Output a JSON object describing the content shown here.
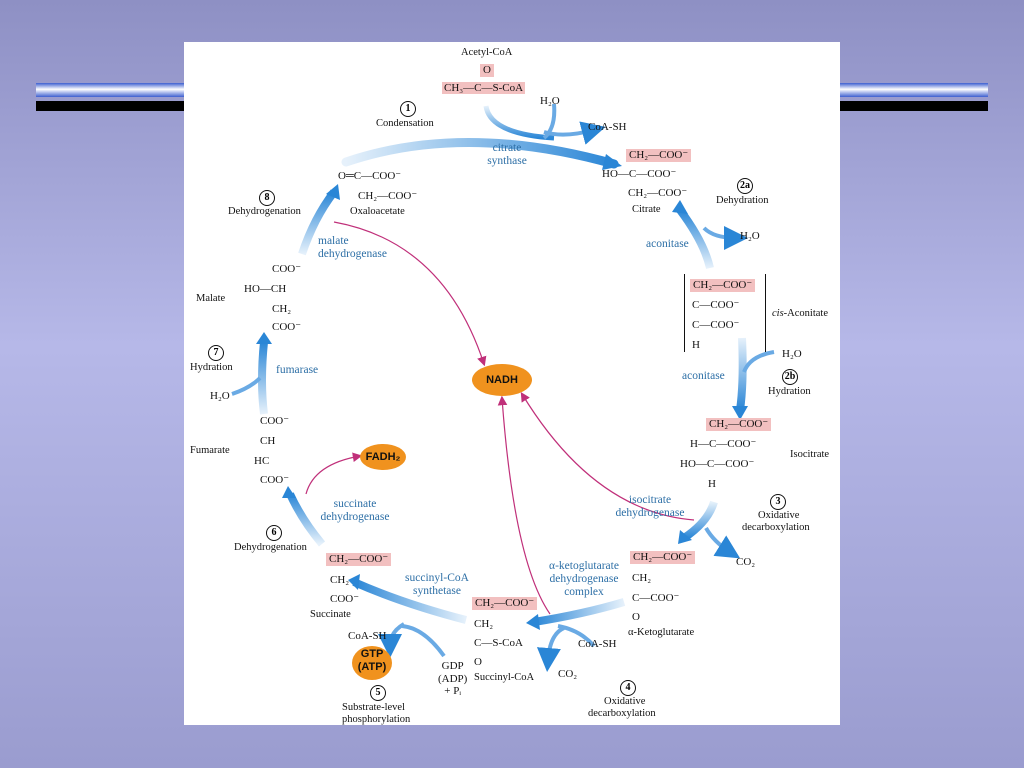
{
  "acetyl_coa": {
    "name": "Acetyl-CoA",
    "o": "O",
    "formula": "CH₃—C—S-CoA"
  },
  "step1": {
    "num": "1",
    "label": "Condensation",
    "enzyme": "citrate synthase"
  },
  "h2o_top": "H₂O",
  "coash_top": "CoA-SH",
  "citrate": {
    "l1": "CH₂—COO⁻",
    "l2": "HO—C—COO⁻",
    "l3": "CH₂—COO⁻",
    "name": "Citrate"
  },
  "step2a": {
    "num": "2a",
    "label": "Dehydration"
  },
  "aconitase1": "aconitase",
  "h2o_2a": "H₂O",
  "cis_aconitate": {
    "l1": "CH₂—COO⁻",
    "l2": "C—COO⁻",
    "l3": "C—COO⁻",
    "l4": "H",
    "name_italic": "cis",
    "name_rest": "-Aconitate"
  },
  "h2o_2b": "H₂O",
  "aconitase2": "aconitase",
  "step2b": {
    "num": "2b",
    "label": "Hydration"
  },
  "isocitrate": {
    "l1": "CH₂—COO⁻",
    "l2": "H—C—COO⁻",
    "l3": "HO—C—COO⁻",
    "l4": "H",
    "name": "Isocitrate"
  },
  "step3": {
    "num": "3",
    "l1": "Oxidative",
    "l2": "decarboxylation",
    "enzyme": "isocitrate dehydrogenase"
  },
  "co2_3": "CO₂",
  "akg": {
    "l1": "CH₂—COO⁻",
    "l2": "CH₂",
    "l3": "C—COO⁻",
    "l4": "O",
    "name": "α-Ketoglutarate"
  },
  "step4": {
    "num": "4",
    "l1": "Oxidative",
    "l2": "decarboxylation",
    "enzyme": "α-ketoglutarate dehydrogenase complex"
  },
  "coash_4": "CoA-SH",
  "co2_4": "CO₂",
  "succinyl_coa": {
    "l1": "CH₂—COO⁻",
    "l2": "CH₂",
    "l3": "C—S-CoA",
    "l4": "O",
    "name": "Succinyl-CoA"
  },
  "step5": {
    "num": "5",
    "l1": "Substrate-level",
    "l2": "phosphorylation",
    "enzyme": "succinyl-CoA synthetase"
  },
  "gdp": {
    "l1": "GDP",
    "l2": "(ADP)",
    "l3": "+ Pᵢ"
  },
  "gtp": {
    "l1": "GTP",
    "l2": "(ATP)"
  },
  "coash_5": "CoA-SH",
  "succinate": {
    "l1": "CH₂—COO⁻",
    "l2": "CH₂",
    "l3": "COO⁻",
    "name": "Succinate"
  },
  "step6": {
    "num": "6",
    "label": "Dehydrogenation",
    "enzyme": "succinate dehydrogenase"
  },
  "fadh2": "FADH₂",
  "fumarate": {
    "l1": "COO⁻",
    "l2": "CH",
    "l3": "HC",
    "l4": "COO⁻",
    "name": "Fumarate"
  },
  "step7": {
    "num": "7",
    "label": "Hydration",
    "enzyme": "fumarase"
  },
  "h2o_7": "H₂O",
  "malate": {
    "l1": "COO⁻",
    "l2": "HO—CH",
    "l3": "CH₂",
    "l4": "COO⁻",
    "name": "Malate"
  },
  "step8": {
    "num": "8",
    "label": "Dehydrogenation",
    "enzyme": "malate dehydrogenase"
  },
  "oxaloacetate": {
    "l1": "O═C—COO⁻",
    "l2": "CH₂—COO⁻",
    "name": "Oxaloacetate"
  },
  "nadh": "NADH",
  "colors": {
    "enzyme": "#2d6fa6",
    "arrow": "#3a8fd8",
    "nadh_arrow": "#c0307a",
    "highlight": "#f2c0c0",
    "oval": "#f0921e"
  }
}
